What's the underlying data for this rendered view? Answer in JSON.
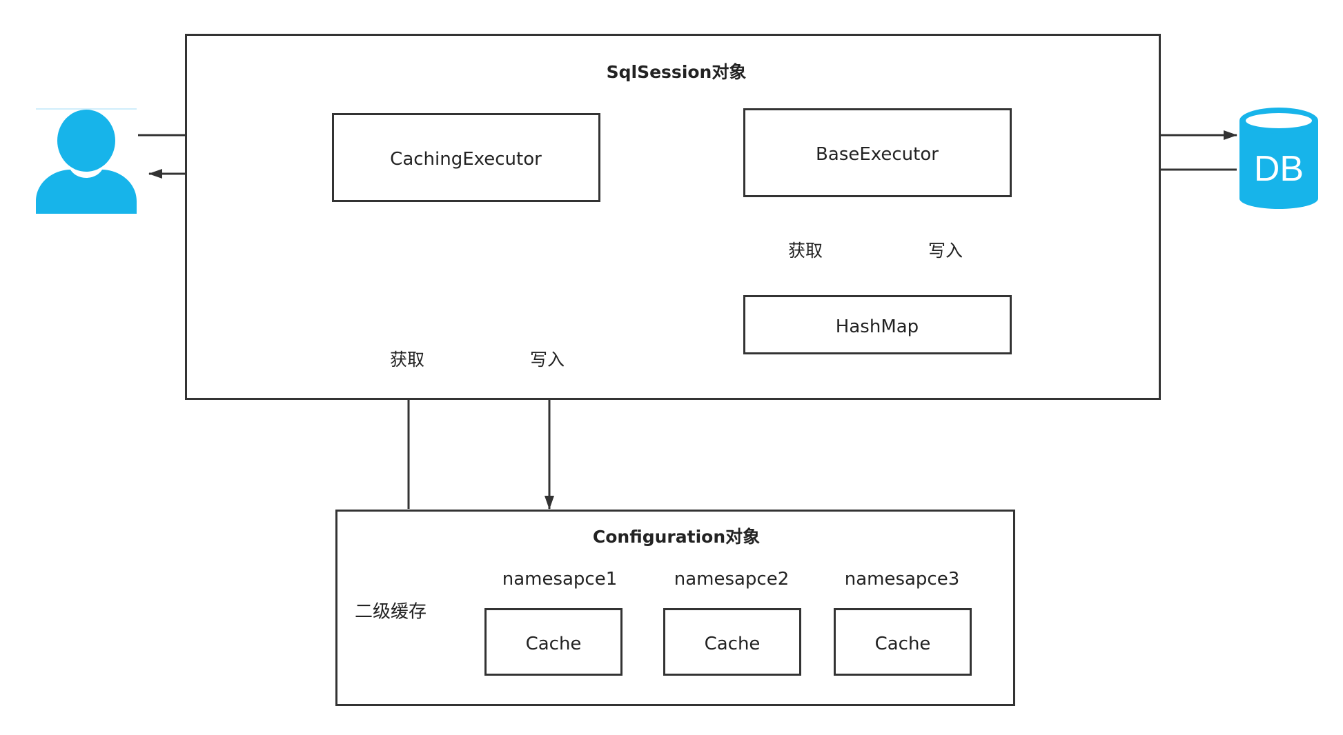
{
  "sqlsession": {
    "title": "SqlSession对象"
  },
  "configuration": {
    "title": "Configuration对象",
    "cache_label": "二级缓存"
  },
  "nodes": {
    "caching_executor": "CachingExecutor",
    "base_executor": "BaseExecutor",
    "hashmap": "HashMap",
    "db": "DB"
  },
  "namespaces": [
    {
      "name": "namesapce1",
      "cache": "Cache"
    },
    {
      "name": "namesapce2",
      "cache": "Cache"
    },
    {
      "name": "namesapce3",
      "cache": "Cache"
    }
  ],
  "edges": {
    "get": "获取",
    "write": "写入"
  },
  "colors": {
    "line": "#333333",
    "icon": "#17B4EA"
  },
  "icons": {
    "user": "user-icon",
    "database": "database-icon"
  }
}
